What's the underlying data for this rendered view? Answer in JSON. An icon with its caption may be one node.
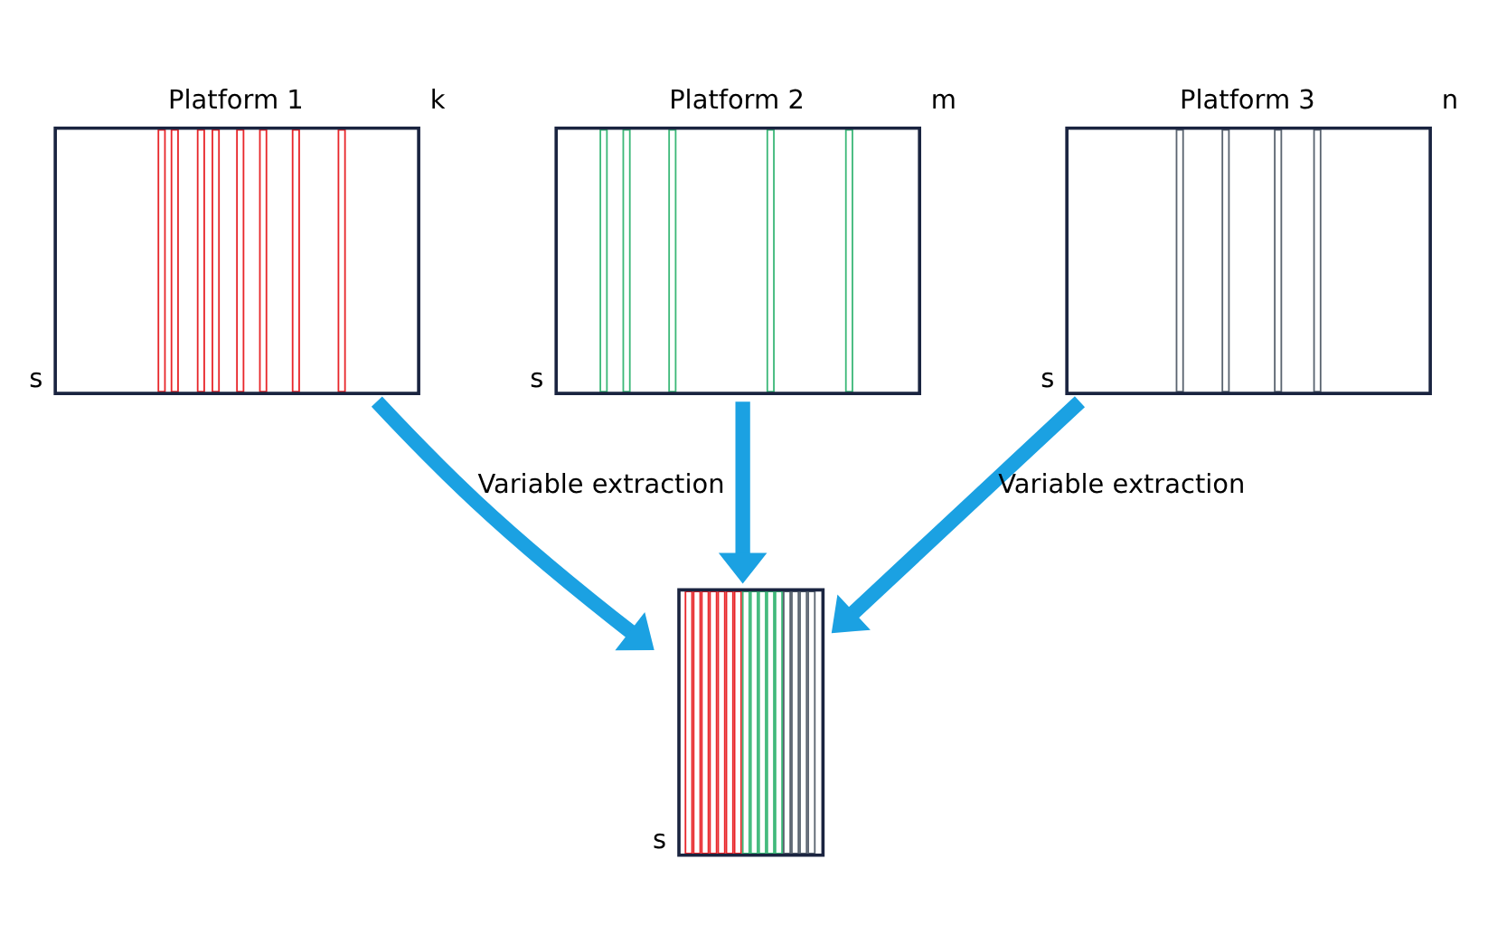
{
  "diagram": {
    "nodes": [
      {
        "text": [
          "Platform 1"
        ],
        "beside": [
          "k",
          "s"
        ]
      },
      {
        "text": [
          "Platform 2"
        ],
        "beside": [
          "m",
          "s"
        ]
      },
      {
        "text": [
          "Platform 3"
        ],
        "beside": [
          "n",
          "s"
        ]
      },
      {
        "text": [],
        "shape": "box",
        "beside": [
          "s"
        ]
      }
    ],
    "edges": [
      {
        "from": 0,
        "to": 3,
        "arrow": "to",
        "label": "Variable extraction"
      },
      {
        "from": 1,
        "to": 3,
        "arrow": "to"
      },
      {
        "from": 2,
        "to": 3,
        "arrow": "to",
        "label": "Variable extraction"
      }
    ]
  }
}
